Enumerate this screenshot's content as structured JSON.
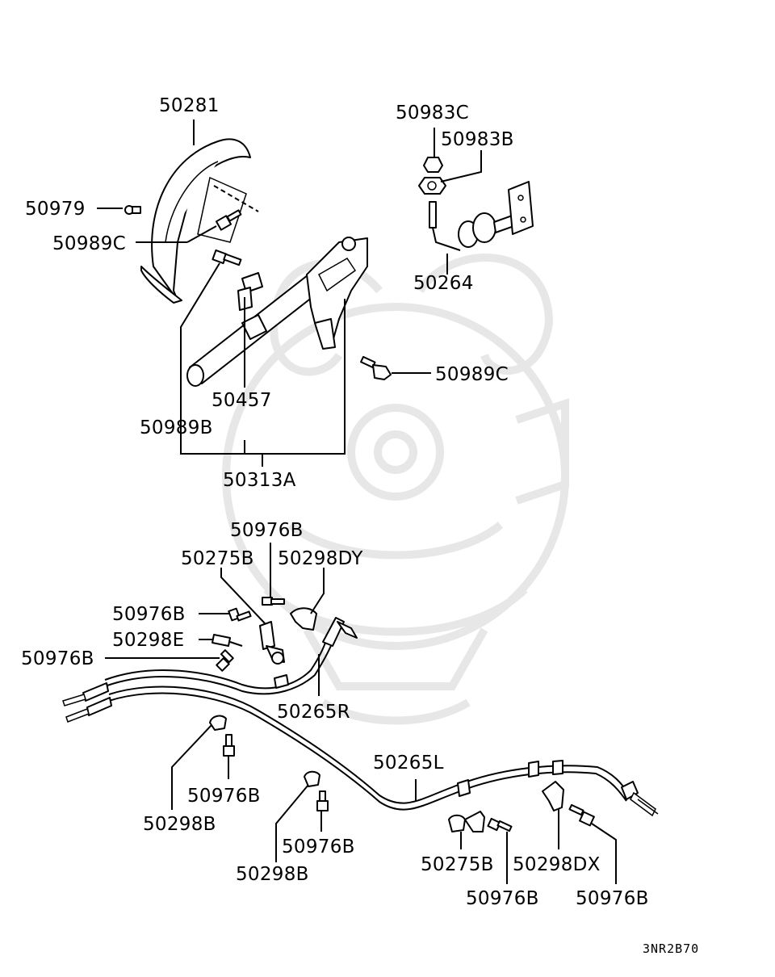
{
  "diagram": {
    "code": "3NR2B70",
    "labels": {
      "l50281": "50281",
      "l50979": "50979",
      "l50989C_a": "50989C",
      "l50983C": "50983C",
      "l50983B": "50983B",
      "l50264": "50264",
      "l50989C_b": "50989C",
      "l50457": "50457",
      "l50989B": "50989B",
      "l50313A": "50313A",
      "l50976B_a": "50976B",
      "l50275B_a": "50275B",
      "l50298DY": "50298DY",
      "l50976B_b": "50976B",
      "l50298E": "50298E",
      "l50976B_c": "50976B",
      "l50265R": "50265R",
      "l50265L": "50265L",
      "l50976B_d": "50976B",
      "l50298B_a": "50298B",
      "l50976B_e": "50976B",
      "l50298B_b": "50298B",
      "l50275B_b": "50275B",
      "l50298DX": "50298DX",
      "l50976B_f": "50976B",
      "l50976B_g": "50976B"
    }
  }
}
